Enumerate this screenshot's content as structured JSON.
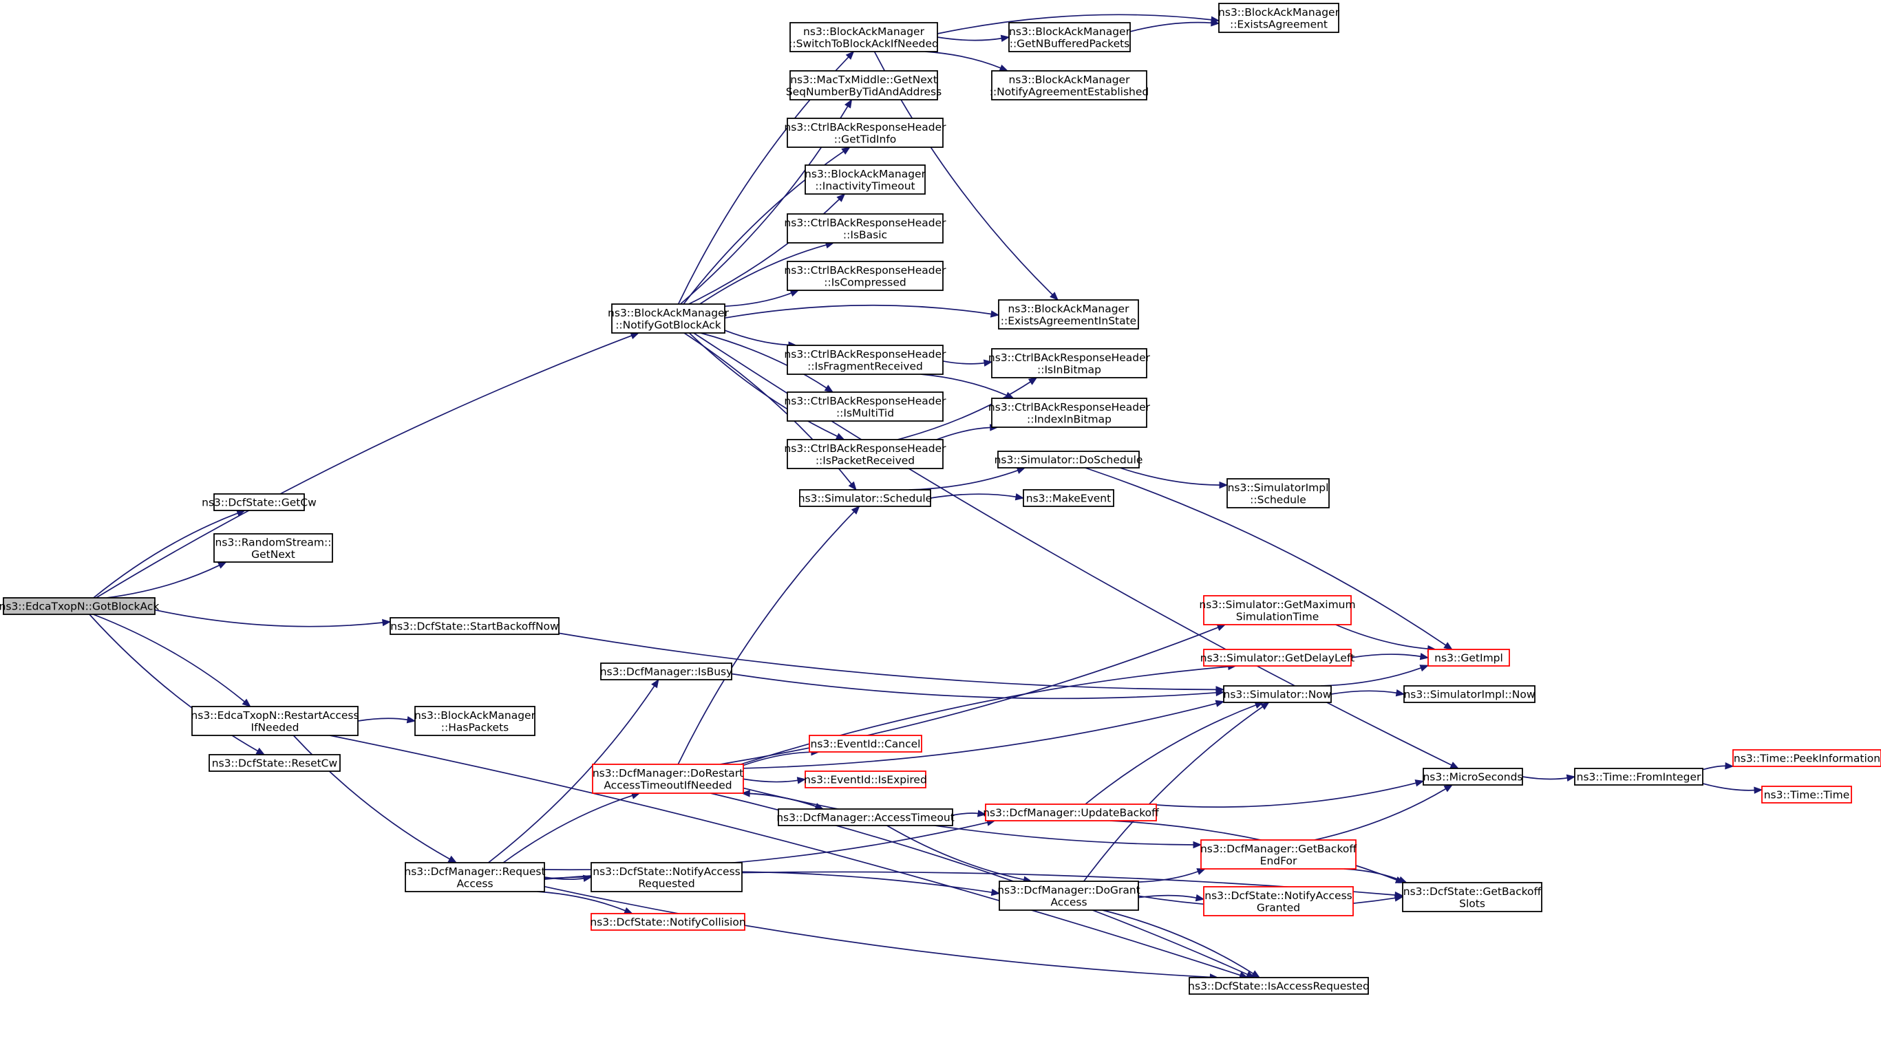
{
  "colors": {
    "edge": "#191970",
    "normal_border": "#000000",
    "red_border": "#ff0000",
    "root_fill": "#bfbfbf",
    "fill": "#ffffff"
  },
  "nodes": [
    {
      "id": "root",
      "lines": [
        "ns3::EdcaTxopN::GotBlockAck"
      ],
      "style": "root"
    },
    {
      "id": "getcw",
      "lines": [
        "ns3::DcfState::GetCw"
      ],
      "style": "normal"
    },
    {
      "id": "rsgetnext",
      "lines": [
        "ns3::RandomStream::",
        "GetNext"
      ],
      "style": "normal"
    },
    {
      "id": "notifygotba",
      "lines": [
        "ns3::BlockAckManager",
        "::NotifyGotBlockAck"
      ],
      "style": "normal"
    },
    {
      "id": "startbackoff",
      "lines": [
        "ns3::DcfState::StartBackoffNow"
      ],
      "style": "normal"
    },
    {
      "id": "restartaccess",
      "lines": [
        "ns3::EdcaTxopN::RestartAccess",
        "IfNeeded"
      ],
      "style": "normal"
    },
    {
      "id": "resetcw",
      "lines": [
        "ns3::DcfState::ResetCw"
      ],
      "style": "normal"
    },
    {
      "id": "switchtoba",
      "lines": [
        "ns3::BlockAckManager",
        "::SwitchToBlockAckIfNeeded"
      ],
      "style": "normal"
    },
    {
      "id": "getnextseq",
      "lines": [
        "ns3::MacTxMiddle::GetNext",
        "SeqNumberByTidAndAddress"
      ],
      "style": "normal"
    },
    {
      "id": "gettidinfo",
      "lines": [
        "ns3::CtrlBAckResponseHeader",
        "::GetTidInfo"
      ],
      "style": "normal"
    },
    {
      "id": "inactivity",
      "lines": [
        "ns3::BlockAckManager",
        "::InactivityTimeout"
      ],
      "style": "normal"
    },
    {
      "id": "isbasic",
      "lines": [
        "ns3::CtrlBAckResponseHeader",
        "::IsBasic"
      ],
      "style": "normal"
    },
    {
      "id": "iscompressed",
      "lines": [
        "ns3::CtrlBAckResponseHeader",
        "::IsCompressed"
      ],
      "style": "normal"
    },
    {
      "id": "isfragment",
      "lines": [
        "ns3::CtrlBAckResponseHeader",
        "::IsFragmentReceived"
      ],
      "style": "normal"
    },
    {
      "id": "ismultitid",
      "lines": [
        "ns3::CtrlBAckResponseHeader",
        "::IsMultiTid"
      ],
      "style": "normal"
    },
    {
      "id": "ispacket",
      "lines": [
        "ns3::CtrlBAckResponseHeader",
        "::IsPacketReceived"
      ],
      "style": "normal"
    },
    {
      "id": "schedule",
      "lines": [
        "ns3::Simulator::Schedule"
      ],
      "style": "normal"
    },
    {
      "id": "getnbuffered",
      "lines": [
        "ns3::BlockAckManager",
        "::GetNBufferedPackets"
      ],
      "style": "normal"
    },
    {
      "id": "notifyagreement",
      "lines": [
        "ns3::BlockAckManager",
        "::NotifyAgreementEstablished"
      ],
      "style": "normal"
    },
    {
      "id": "existsagreement",
      "lines": [
        "ns3::BlockAckManager",
        "::ExistsAgreement"
      ],
      "style": "normal"
    },
    {
      "id": "existsinstate",
      "lines": [
        "ns3::BlockAckManager",
        "::ExistsAgreementInState"
      ],
      "style": "normal"
    },
    {
      "id": "isinbitmap",
      "lines": [
        "ns3::CtrlBAckResponseHeader",
        "::IsInBitmap"
      ],
      "style": "normal"
    },
    {
      "id": "indexinbitmap",
      "lines": [
        "ns3::CtrlBAckResponseHeader",
        "::IndexInBitmap"
      ],
      "style": "normal"
    },
    {
      "id": "doschedule",
      "lines": [
        "ns3::Simulator::DoSchedule"
      ],
      "style": "normal"
    },
    {
      "id": "makeevent",
      "lines": [
        "ns3::MakeEvent"
      ],
      "style": "normal"
    },
    {
      "id": "simimplschedule",
      "lines": [
        "ns3::SimulatorImpl",
        "::Schedule"
      ],
      "style": "normal"
    },
    {
      "id": "getmaxsim",
      "lines": [
        "ns3::Simulator::GetMaximum",
        "SimulationTime"
      ],
      "style": "red"
    },
    {
      "id": "getdelayleft",
      "lines": [
        "ns3::Simulator::GetDelayLeft"
      ],
      "style": "red"
    },
    {
      "id": "getimpl",
      "lines": [
        "ns3::GetImpl"
      ],
      "style": "red"
    },
    {
      "id": "simnow",
      "lines": [
        "ns3::Simulator::Now"
      ],
      "style": "normal"
    },
    {
      "id": "simimplnow",
      "lines": [
        "ns3::SimulatorImpl::Now"
      ],
      "style": "normal"
    },
    {
      "id": "isbusy",
      "lines": [
        "ns3::DcfManager::IsBusy"
      ],
      "style": "normal"
    },
    {
      "id": "hasPackets",
      "lines": [
        "ns3::BlockAckManager",
        "::HasPackets"
      ],
      "style": "normal"
    },
    {
      "id": "dorestart",
      "lines": [
        "ns3::DcfManager::DoRestart",
        "AccessTimeoutIfNeeded"
      ],
      "style": "red"
    },
    {
      "id": "cancel",
      "lines": [
        "ns3::EventId::Cancel"
      ],
      "style": "red"
    },
    {
      "id": "isexpired",
      "lines": [
        "ns3::EventId::IsExpired"
      ],
      "style": "red"
    },
    {
      "id": "accesstimeout",
      "lines": [
        "ns3::DcfManager::AccessTimeout"
      ],
      "style": "normal"
    },
    {
      "id": "updatebackoff",
      "lines": [
        "ns3::DcfManager::UpdateBackoff"
      ],
      "style": "red"
    },
    {
      "id": "microseconds",
      "lines": [
        "ns3::MicroSeconds"
      ],
      "style": "normal"
    },
    {
      "id": "frominteger",
      "lines": [
        "ns3::Time::FromInteger"
      ],
      "style": "normal"
    },
    {
      "id": "peekinfo",
      "lines": [
        "ns3::Time::PeekInformation"
      ],
      "style": "red"
    },
    {
      "id": "timetime",
      "lines": [
        "ns3::Time::Time"
      ],
      "style": "red"
    },
    {
      "id": "requestaccess",
      "lines": [
        "ns3::DcfManager::Request",
        "Access"
      ],
      "style": "normal"
    },
    {
      "id": "notifyaccessreq",
      "lines": [
        "ns3::DcfState::NotifyAccess",
        "Requested"
      ],
      "style": "normal"
    },
    {
      "id": "notifycollision",
      "lines": [
        "ns3::DcfState::NotifyCollision"
      ],
      "style": "red"
    },
    {
      "id": "getbackoffendfor",
      "lines": [
        "ns3::DcfManager::GetBackoff",
        "EndFor"
      ],
      "style": "red"
    },
    {
      "id": "dogrant",
      "lines": [
        "ns3::DcfManager::DoGrant",
        "Access"
      ],
      "style": "normal"
    },
    {
      "id": "notifyaccessgranted",
      "lines": [
        "ns3::DcfState::NotifyAccess",
        "Granted"
      ],
      "style": "red"
    },
    {
      "id": "getbackoffslots",
      "lines": [
        "ns3::DcfState::GetBackoff",
        "Slots"
      ],
      "style": "normal"
    },
    {
      "id": "isaccessreq",
      "lines": [
        "ns3::DcfState::IsAccessRequested"
      ],
      "style": "normal"
    }
  ],
  "edges": [
    [
      "root",
      "getcw"
    ],
    [
      "root",
      "rsgetnext"
    ],
    [
      "root",
      "notifygotba"
    ],
    [
      "root",
      "startbackoff"
    ],
    [
      "root",
      "restartaccess"
    ],
    [
      "root",
      "resetcw"
    ],
    [
      "notifygotba",
      "switchtoba"
    ],
    [
      "notifygotba",
      "getnextseq"
    ],
    [
      "notifygotba",
      "gettidinfo"
    ],
    [
      "notifygotba",
      "inactivity"
    ],
    [
      "notifygotba",
      "isbasic"
    ],
    [
      "notifygotba",
      "iscompressed"
    ],
    [
      "notifygotba",
      "existsinstate"
    ],
    [
      "notifygotba",
      "isfragment"
    ],
    [
      "notifygotba",
      "ismultitid"
    ],
    [
      "notifygotba",
      "ispacket"
    ],
    [
      "notifygotba",
      "schedule"
    ],
    [
      "notifygotba",
      "microseconds"
    ],
    [
      "switchtoba",
      "existsagreement"
    ],
    [
      "switchtoba",
      "getnbuffered"
    ],
    [
      "switchtoba",
      "notifyagreement"
    ],
    [
      "switchtoba",
      "existsinstate"
    ],
    [
      "getnbuffered",
      "existsagreement"
    ],
    [
      "isfragment",
      "isinbitmap"
    ],
    [
      "isfragment",
      "indexinbitmap"
    ],
    [
      "ispacket",
      "isinbitmap"
    ],
    [
      "ispacket",
      "indexinbitmap"
    ],
    [
      "schedule",
      "doschedule"
    ],
    [
      "schedule",
      "makeevent"
    ],
    [
      "doschedule",
      "simimplschedule"
    ],
    [
      "doschedule",
      "getimpl"
    ],
    [
      "startbackoff",
      "simnow"
    ],
    [
      "restartaccess",
      "hasPackets"
    ],
    [
      "restartaccess",
      "requestaccess"
    ],
    [
      "restartaccess",
      "isaccessreq"
    ],
    [
      "requestaccess",
      "isbusy"
    ],
    [
      "requestaccess",
      "dorestart"
    ],
    [
      "requestaccess",
      "notifyaccessreq"
    ],
    [
      "requestaccess",
      "notifycollision"
    ],
    [
      "requestaccess",
      "updatebackoff"
    ],
    [
      "requestaccess",
      "dogrant"
    ],
    [
      "requestaccess",
      "isaccessreq"
    ],
    [
      "requestaccess",
      "getbackoffslots"
    ],
    [
      "isbusy",
      "simnow"
    ],
    [
      "dorestart",
      "schedule"
    ],
    [
      "dorestart",
      "getmaxsim"
    ],
    [
      "dorestart",
      "getdelayleft"
    ],
    [
      "dorestart",
      "simnow"
    ],
    [
      "dorestart",
      "cancel"
    ],
    [
      "dorestart",
      "isexpired"
    ],
    [
      "dorestart",
      "accesstimeout"
    ],
    [
      "dorestart",
      "getbackoffendfor"
    ],
    [
      "dorestart",
      "isaccessreq"
    ],
    [
      "accesstimeout",
      "dorestart"
    ],
    [
      "accesstimeout",
      "updatebackoff"
    ],
    [
      "accesstimeout",
      "dogrant"
    ],
    [
      "updatebackoff",
      "simnow"
    ],
    [
      "updatebackoff",
      "microseconds"
    ],
    [
      "updatebackoff",
      "getbackoffslots"
    ],
    [
      "getmaxsim",
      "getimpl"
    ],
    [
      "getdelayleft",
      "getimpl"
    ],
    [
      "simnow",
      "getimpl"
    ],
    [
      "simnow",
      "simimplnow"
    ],
    [
      "microseconds",
      "frominteger"
    ],
    [
      "frominteger",
      "peekinfo"
    ],
    [
      "frominteger",
      "timetime"
    ],
    [
      "dogrant",
      "simnow"
    ],
    [
      "dogrant",
      "getbackoffendfor"
    ],
    [
      "dogrant",
      "notifyaccessgranted"
    ],
    [
      "dogrant",
      "getbackoffslots"
    ],
    [
      "dogrant",
      "isaccessreq"
    ],
    [
      "getbackoffendfor",
      "microseconds"
    ],
    [
      "getbackoffendfor",
      "getbackoffslots"
    ]
  ]
}
